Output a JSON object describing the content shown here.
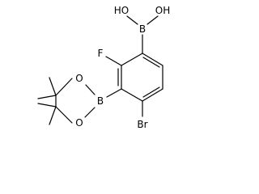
{
  "molecule": {
    "atoms": {
      "boron_acid": "B",
      "oh_left": "HO",
      "oh_right": "OH",
      "fluorine": "F",
      "bromine": "Br",
      "boron_ester": "B",
      "o_upper": "O",
      "o_lower": "O"
    }
  }
}
